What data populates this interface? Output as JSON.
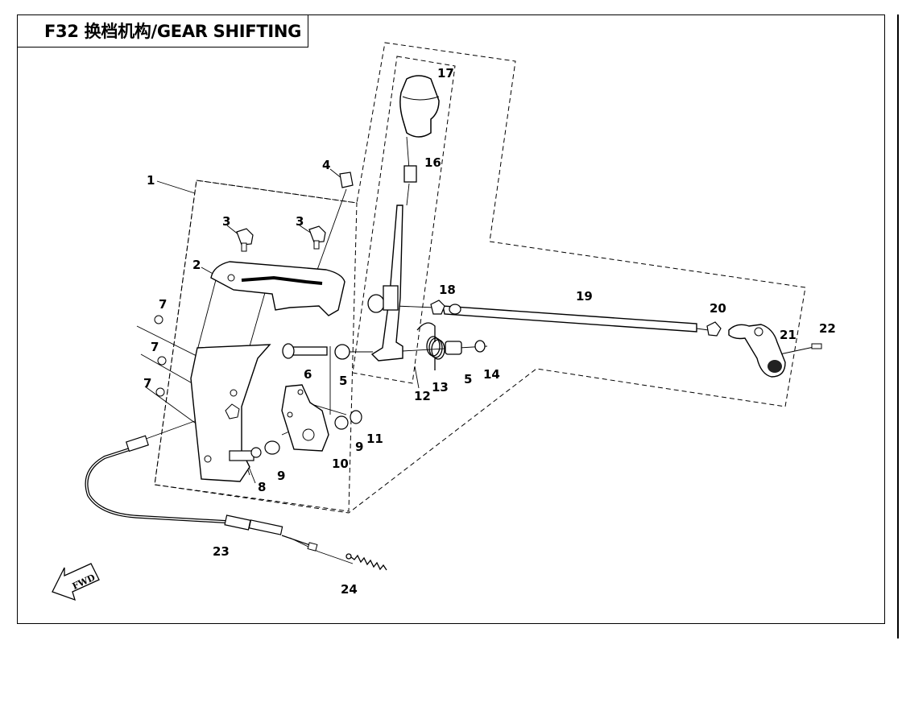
{
  "title": "F32 换档机构/GEAR SHIFTING",
  "fwd_label": "FWD",
  "part_labels": {
    "p1": "1",
    "p2": "2",
    "p3a": "3",
    "p3b": "3",
    "p4": "4",
    "p5a": "5",
    "p5b": "5",
    "p6": "6",
    "p7a": "7",
    "p7b": "7",
    "p7c": "7",
    "p8": "8",
    "p9a": "9",
    "p9b": "9",
    "p10": "10",
    "p11": "11",
    "p12": "12",
    "p13": "13",
    "p14": "14",
    "p16": "16",
    "p17": "17",
    "p18": "18",
    "p19": "19",
    "p20": "20",
    "p21": "21",
    "p22": "22",
    "p23": "23",
    "p24": "24"
  }
}
